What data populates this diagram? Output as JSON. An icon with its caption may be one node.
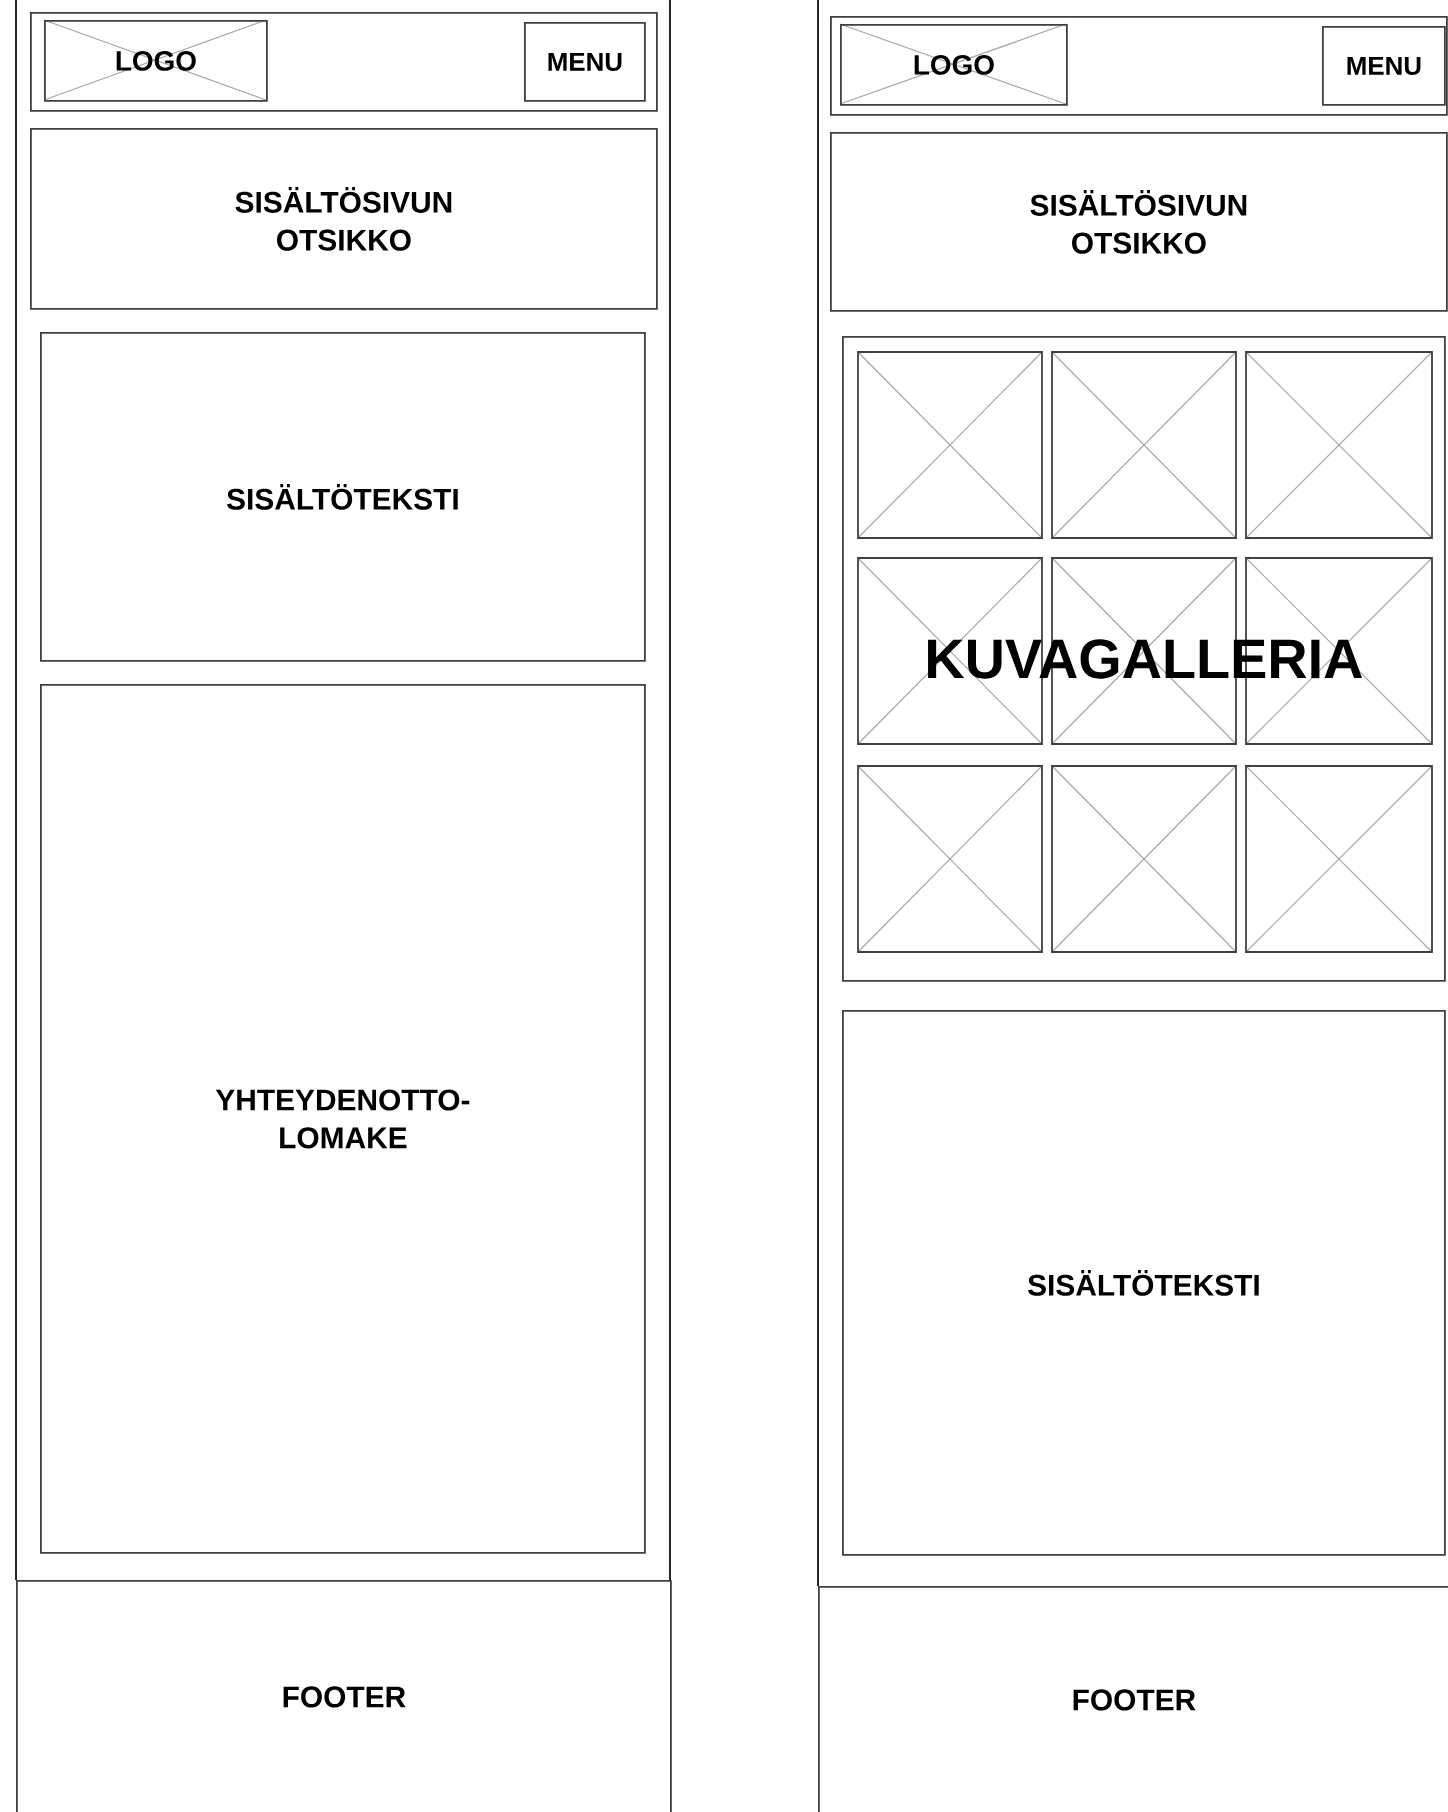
{
  "diagram": {
    "nodes": [
      {
        "text": [],
        "shape": "box"
      },
      {
        "text": [
          "LOGO"
        ],
        "in": 0
      },
      {
        "text": [
          "MENU"
        ],
        "in": 0
      },
      {
        "text": [
          "SISÄLTÖSIVUN OTSIKKO"
        ]
      },
      {
        "text": [
          "SISÄLTÖTEKSTI"
        ]
      },
      {
        "text": [
          "YHTEYDENOTTO- LOMAKE"
        ]
      },
      {
        "text": [
          "FOOTER"
        ]
      },
      {
        "text": [],
        "shape": "box"
      },
      {
        "text": [
          "LOGO"
        ],
        "in": 7
      },
      {
        "text": [
          "MENU"
        ],
        "in": 7
      },
      {
        "text": [
          "SISÄLTÖSIVUN OTSIKKO"
        ]
      },
      {
        "text": [
          "KUVAGALLERIA"
        ]
      },
      {
        "text": [
          "SISÄLTÖTEKSTI"
        ]
      },
      {
        "text": [
          "FOOTER"
        ]
      }
    ]
  }
}
